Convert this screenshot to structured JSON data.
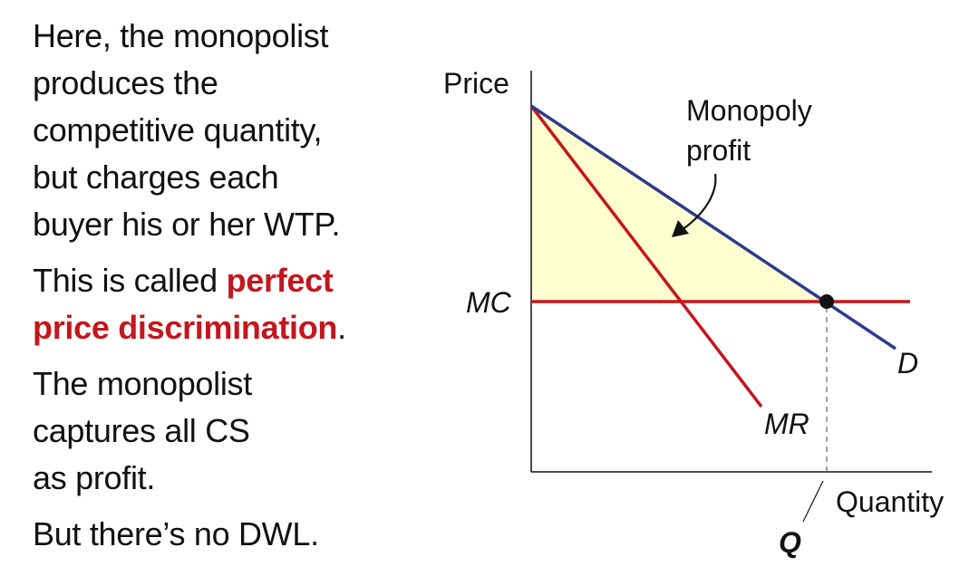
{
  "explanation": {
    "para1": [
      "Here, the monopolist",
      "produces the",
      "competitive quantity,",
      "but charges each",
      "buyer his or her WTP."
    ],
    "para2": {
      "line1_prefix": "This is called ",
      "line1_highlight": "perfect",
      "line2_highlight": "price discrimination",
      "line2_suffix": "."
    },
    "para3": [
      "The monopolist",
      "captures all CS",
      "as profit."
    ],
    "para4": "But there’s no DWL."
  },
  "diagram": {
    "y_axis_label": "Price",
    "x_axis_label": "Quantity",
    "mc_label": "MC",
    "demand_label": "D",
    "mr_label": "MR",
    "quantity_label": "Q",
    "profit_label_line1": "Monopoly",
    "profit_label_line2": "profit",
    "colors": {
      "demand": "#2e3a8c",
      "mc": "#c4161c",
      "mr": "#c4161c",
      "profit_fill": "#fefed0",
      "highlight_text": "#c4161c"
    }
  }
}
